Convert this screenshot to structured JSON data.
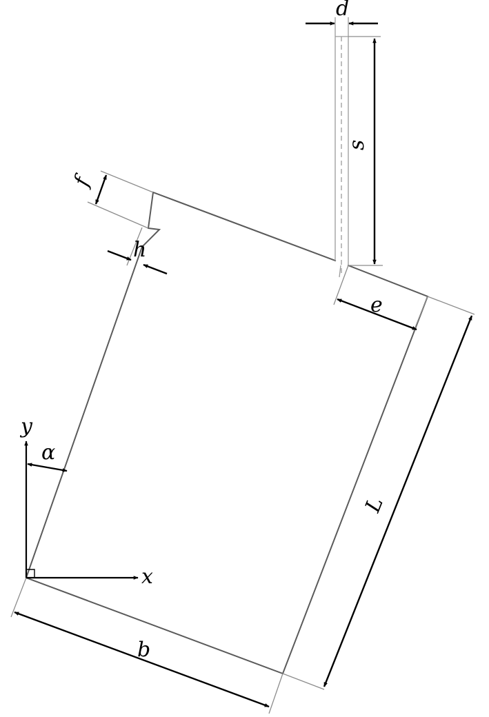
{
  "labels": {
    "d": "d",
    "s": "s",
    "f": "f",
    "h": "h",
    "e": "e",
    "L": "L",
    "b": "b",
    "alpha": "α",
    "x": "x",
    "y": "y"
  },
  "colors": {
    "outline": "#5a5a5a",
    "dimension": "#000000",
    "extension": "#8c8c8c",
    "background": "#ffffff"
  }
}
